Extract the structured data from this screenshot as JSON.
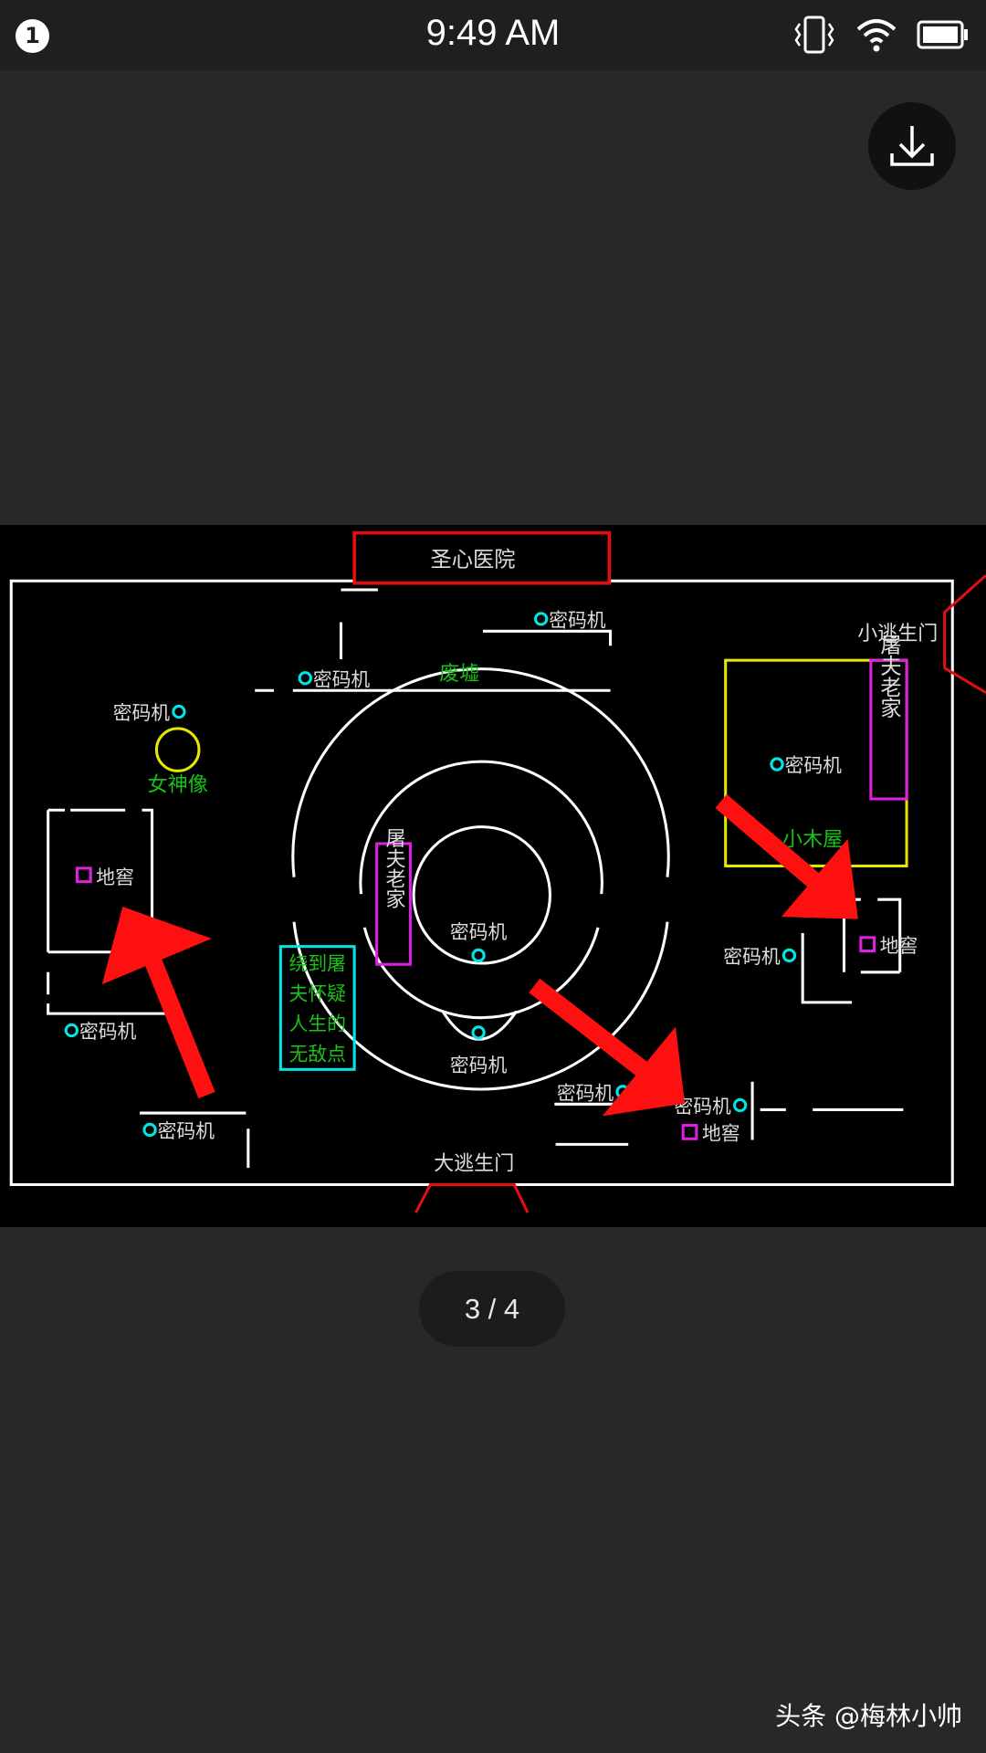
{
  "status_bar": {
    "notification_count": "1",
    "time": "9:49 AM",
    "icons": [
      "vibrate-icon",
      "wifi-icon",
      "battery-icon"
    ]
  },
  "download_button": {
    "icon": "download-icon"
  },
  "map": {
    "title": "圣心医院",
    "small_exit": "小逃生门",
    "big_exit": "大逃生门",
    "ruins": "废墟",
    "statue": "女神像",
    "cabin": "小木屋",
    "cipher": "密码机",
    "hatch": "地窖",
    "killer_home": "屠夫老家",
    "tip_lines": [
      "绕到屠",
      "夫怀疑",
      "人生的",
      "无敌点"
    ],
    "colors": {
      "walls": "#ffffff",
      "cipher": "#00e5e5",
      "hatch": "#e020e0",
      "green_label": "#19c219",
      "yellow": "#e6e600",
      "arrow": "#ff1010",
      "exit": "#e01010"
    }
  },
  "pager": {
    "text": "3 / 4"
  },
  "watermark": "头条 @梅林小帅"
}
